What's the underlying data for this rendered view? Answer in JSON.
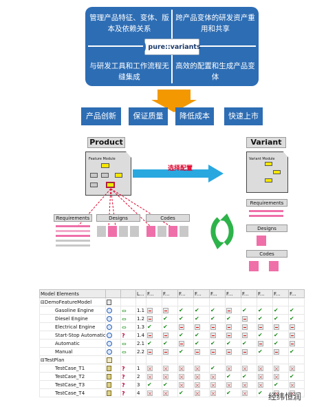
{
  "top_panel": {
    "q1": "管理产品特征、变体、版本及依赖关系",
    "q2": "跨产品变体的研发资产重用和共享",
    "q3": "与研发工具和工作流程无缝集成",
    "q4": "高效的配置和生成产品变体",
    "logo": "pure::variants"
  },
  "benefits": [
    "产品创新",
    "保证质量",
    "降低成本",
    "快速上市"
  ],
  "diagram": {
    "product_title": "Product",
    "variant_title": "Variant",
    "feature_module": "Feature Module",
    "variant_module": "Variant Module",
    "config_label": "选择配置",
    "requirements": "Requirements",
    "designs": "Designs",
    "codes": "Codes"
  },
  "table": {
    "headers": [
      "Model Elements",
      "",
      "",
      "L...",
      "F...",
      "F...",
      "F...",
      "F...",
      "F...",
      "F...",
      "F...",
      "F...",
      "F...",
      "F...",
      "F..."
    ],
    "rows": [
      {
        "name": "DemoFeatureModel",
        "indent": 0,
        "expand": "−",
        "l": "",
        "cells": []
      },
      {
        "name": "Gasoline Engine",
        "indent": 1,
        "l": "1.1",
        "cells": [
          "no",
          "no",
          "ck",
          "ck",
          "ck",
          "no",
          "ck",
          "ck",
          "ck",
          "ck"
        ]
      },
      {
        "name": "Diesel Engine",
        "indent": 1,
        "l": "1.2",
        "cells": [
          "no",
          "ck",
          "ck",
          "ck",
          "ck",
          "ck",
          "no",
          "ck",
          "ck",
          "ck"
        ]
      },
      {
        "name": "Electrical Engine",
        "indent": 1,
        "l": "1.3",
        "cells": [
          "ck",
          "ck",
          "no",
          "no",
          "no",
          "no",
          "no",
          "no",
          "no",
          "no"
        ]
      },
      {
        "name": "Start-Stop Automatic",
        "indent": 1,
        "l": "1.4",
        "cells": [
          "no",
          "no",
          "ck",
          "ck",
          "no",
          "no",
          "no",
          "ck",
          "ck",
          "no"
        ]
      },
      {
        "name": "Automatic",
        "indent": 1,
        "l": "2.1",
        "cells": [
          "ck",
          "ck",
          "no",
          "ck",
          "ck",
          "ck",
          "ck",
          "no",
          "ck",
          "no"
        ]
      },
      {
        "name": "Manual",
        "indent": 1,
        "l": "2.2",
        "cells": [
          "no",
          "no",
          "ck",
          "no",
          "no",
          "no",
          "no",
          "ck",
          "no",
          "ck"
        ]
      },
      {
        "name": "TestPlan",
        "indent": 0,
        "expand": "−",
        "l": "",
        "cells": []
      },
      {
        "name": "TestCase_T1",
        "indent": 1,
        "l": "1",
        "cells": [
          "x",
          "x",
          "x",
          "x",
          "ck",
          "x",
          "x",
          "x",
          "x",
          "x"
        ]
      },
      {
        "name": "TestCase_T2",
        "indent": 1,
        "l": "2",
        "cells": [
          "x",
          "x",
          "x",
          "x",
          "x",
          "ck",
          "ck",
          "x",
          "x",
          "ck"
        ]
      },
      {
        "name": "TestCase_T3",
        "indent": 1,
        "l": "3",
        "cells": [
          "ck",
          "ck",
          "x",
          "x",
          "x",
          "x",
          "x",
          "x",
          "ck",
          "x"
        ]
      },
      {
        "name": "TestCase_T4",
        "indent": 1,
        "l": "4",
        "cells": [
          "x",
          "x",
          "ck",
          "x",
          "x",
          "ck",
          "x",
          "ck",
          "x",
          "x"
        ]
      }
    ]
  },
  "watermark": "经纬恒润"
}
